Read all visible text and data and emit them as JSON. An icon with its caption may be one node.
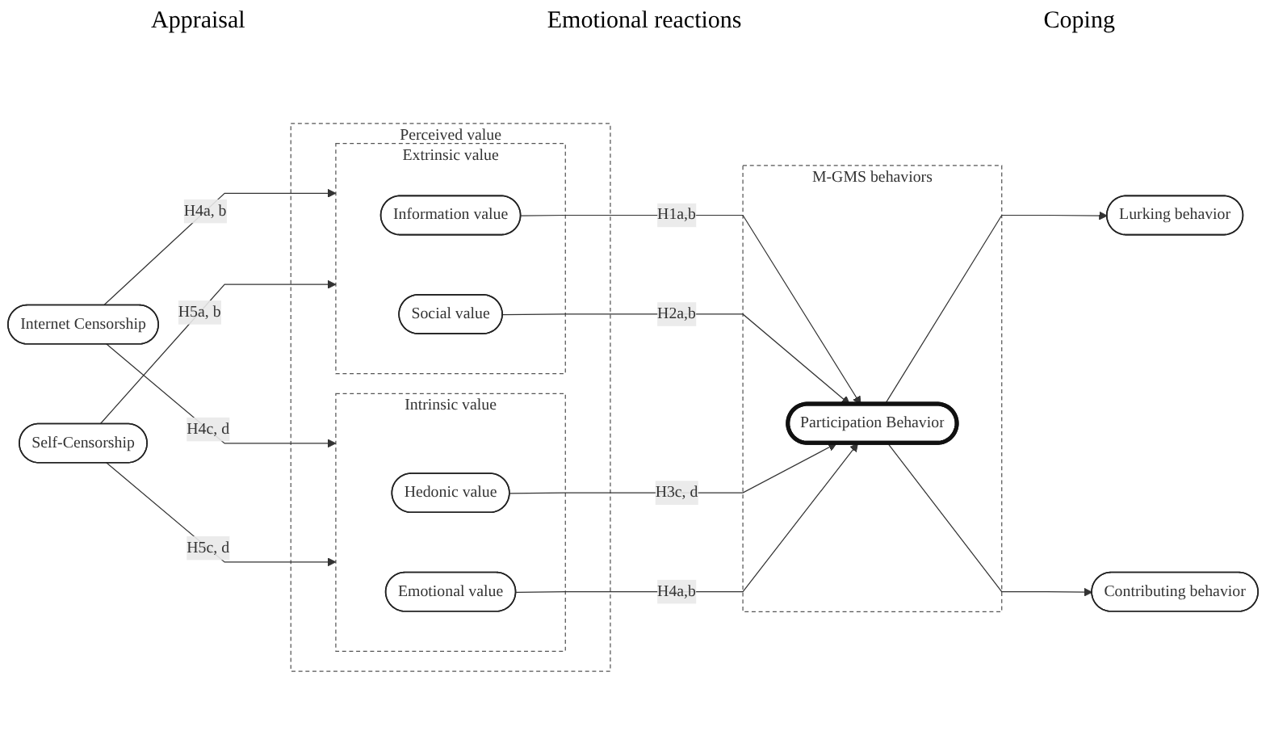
{
  "diagram": {
    "nodes": [
      {
        "text": [
          "Internet Censorship"
        ]
      },
      {
        "text": [
          "Self-Censorship"
        ]
      },
      {
        "text": [
          "Perceived value"
        ]
      },
      {
        "text": [
          "Extrinsic value"
        ],
        "in": 2
      },
      {
        "text": [
          "Information value"
        ],
        "in": 3
      },
      {
        "text": [
          "Social value"
        ],
        "in": 3
      },
      {
        "text": [
          "Intrinsic value"
        ],
        "in": 2
      },
      {
        "text": [
          "Hedonic value"
        ],
        "in": 6
      },
      {
        "text": [
          "Emotional value"
        ],
        "in": 6
      },
      {
        "text": [
          "M-GMS behaviors"
        ]
      },
      {
        "text": [
          "Participation Behavior"
        ],
        "in": 9
      },
      {
        "text": [
          "Lurking behavior"
        ]
      },
      {
        "text": [
          "Contributing behavior"
        ]
      }
    ],
    "edges": [
      {
        "from": 0,
        "to": 3,
        "arrow": "to",
        "label": "H4a, b"
      },
      {
        "from": 0,
        "to": 6,
        "arrow": "to",
        "label": "H4c, d"
      },
      {
        "from": 1,
        "to": 3,
        "arrow": "to",
        "label": "H5a, b"
      },
      {
        "from": 1,
        "to": 6,
        "arrow": "to",
        "label": "H5c, d"
      },
      {
        "from": 4,
        "to": 10,
        "arrow": "to",
        "label": "H1a,b"
      },
      {
        "from": 5,
        "to": 10,
        "arrow": "to",
        "label": "H2a,b"
      },
      {
        "from": 7,
        "to": 10,
        "arrow": "to",
        "label": "H3c, d"
      },
      {
        "from": 8,
        "to": 10,
        "arrow": "to",
        "label": "H4a,b"
      },
      {
        "from": 10,
        "to": 11,
        "arrow": "to"
      },
      {
        "from": 10,
        "to": 12,
        "arrow": "to"
      }
    ],
    "labels": [
      "Appraisal",
      "Emotional reactions",
      "Coping"
    ]
  }
}
